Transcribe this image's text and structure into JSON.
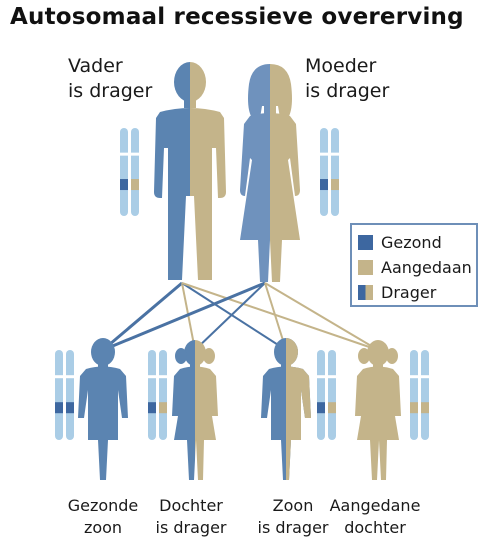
{
  "title": "Autosomaal recessieve overerving",
  "father": {
    "line1": "Vader",
    "line2": "is drager"
  },
  "mother": {
    "line1": "Moeder",
    "line2": "is drager"
  },
  "legend": {
    "healthy": "Gezond",
    "affected": "Aangedaan",
    "carrier": "Drager"
  },
  "children": [
    {
      "line1": "Gezonde",
      "line2": "zoon"
    },
    {
      "line1": "Dochter",
      "line2": "is drager"
    },
    {
      "line1": "Zoon",
      "line2": "is drager"
    },
    {
      "line1": "Aangedane",
      "line2": "dochter"
    }
  ],
  "colors": {
    "healthy": "#5b84b1",
    "affected": "#c4b48a",
    "chromosome": "#aacde6"
  }
}
